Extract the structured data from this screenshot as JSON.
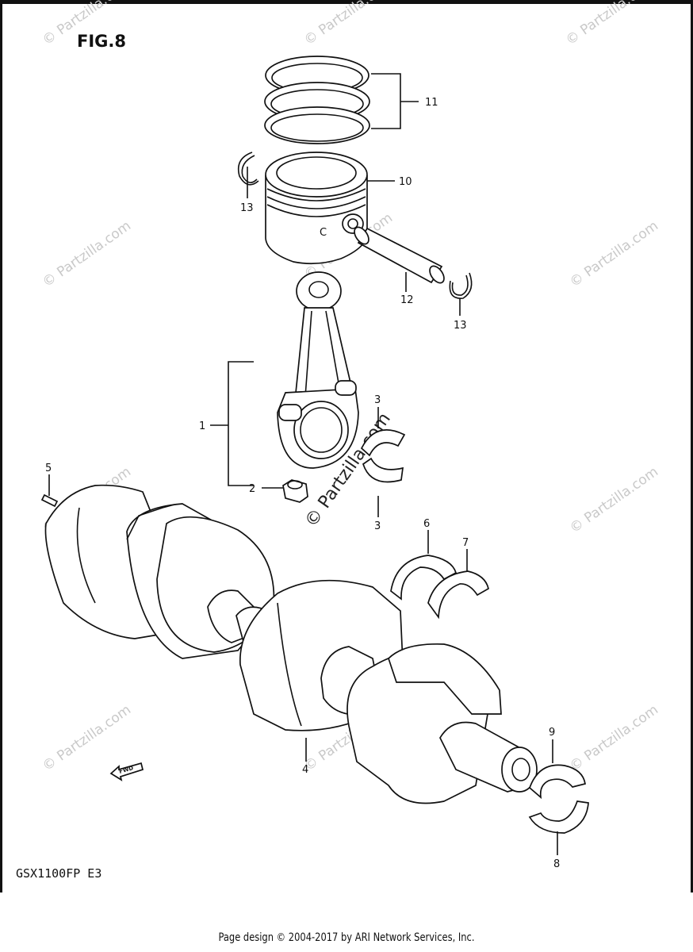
{
  "figure_title": "FIG.8",
  "model_code": "GSX1100FP E3",
  "fwd_label": "FWD",
  "footer": "Page design © 2004-2017 by ARI Network Services, Inc.",
  "watermark_text": "© Partzilla.com",
  "callouts": {
    "c1": "1",
    "c2": "2",
    "c3a": "3",
    "c3b": "3",
    "c4": "4",
    "c5": "5",
    "c6": "6",
    "c7": "7",
    "c8": "8",
    "c9": "9",
    "c10": "10",
    "c11": "11",
    "c12": "12",
    "c13a": "13",
    "c13b": "13"
  },
  "piston_mark": "C"
}
